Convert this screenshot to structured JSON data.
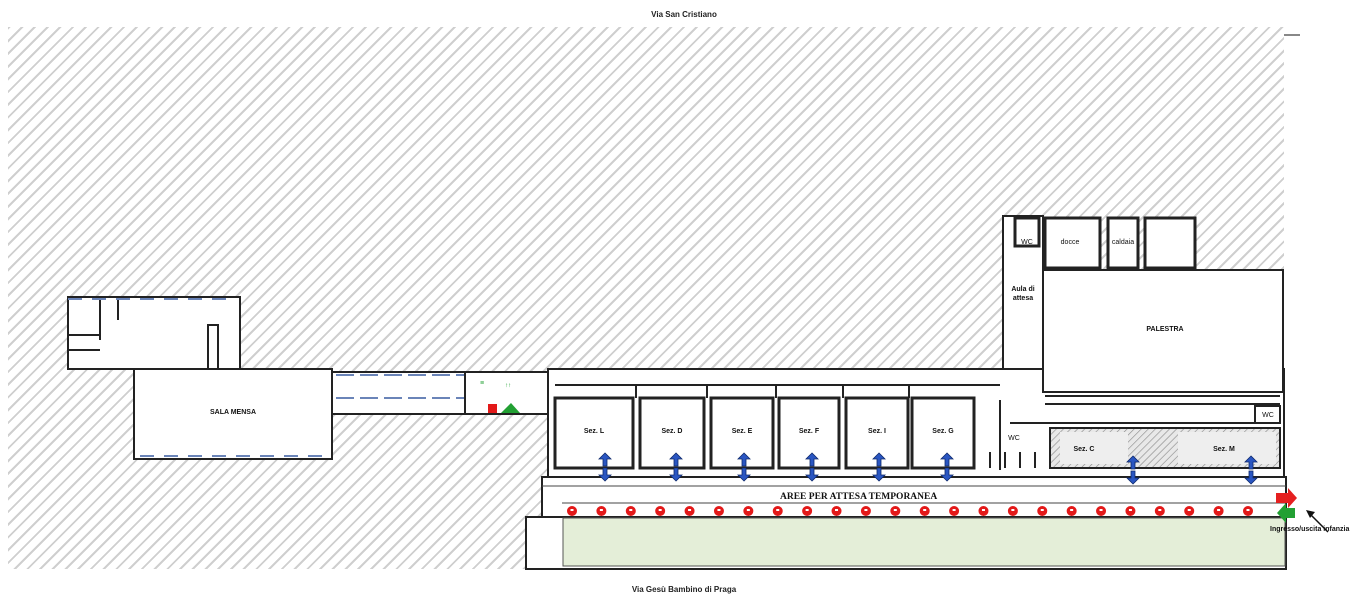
{
  "map": {
    "streets": {
      "top": "Via San Cristiano",
      "bottom": "Via Gesù Bambino di Praga"
    },
    "rooms": {
      "sala_mensa": "SALA MENSA",
      "palestra": "PALESTRA",
      "aula_attesa": "Aula di attesa",
      "docce": "docce",
      "caldaia": "caldaia",
      "wc_top": "WC",
      "wc_right": "WC",
      "wc_mid": "WC",
      "sections": [
        "Sez. L",
        "Sez. D",
        "Sez. E",
        "Sez. F",
        "Sez. I",
        "Sez. G",
        "Sez. C",
        "Sez. M"
      ]
    },
    "waiting_area_title": "AREE PER ATTESA TEMPORANEA",
    "entrance_label": "Ingresso/uscita infanzia",
    "waiting_points_count": 24,
    "colors": {
      "waiting_point": "#e31919",
      "courtyard": "#e4eed8",
      "exit_arrow": "#e52020",
      "entry_arrow": "#22a033",
      "stair_arrow": "#2a56c2",
      "hatch": "#cfcfcf"
    }
  }
}
